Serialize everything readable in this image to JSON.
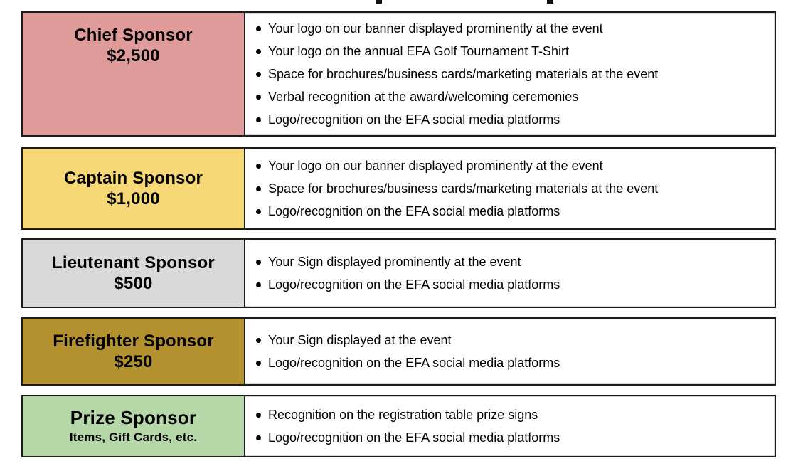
{
  "tiers": [
    {
      "name": "Chief Sponsor",
      "price": "$2,500",
      "color": "#DF9C9B",
      "benefits": [
        "Your logo on our banner displayed prominently at the event",
        "Your logo on the annual EFA Golf Tournament T-Shirt",
        "Space for brochures/business cards/marketing materials at the event",
        "Verbal recognition at the award/welcoming ceremonies",
        "Logo/recognition on the EFA social media platforms"
      ]
    },
    {
      "name": "Captain Sponsor",
      "price": "$1,000",
      "color": "#F7D877",
      "benefits": [
        "Your logo on our banner displayed prominently at the event",
        "Space for brochures/business cards/marketing materials at the event",
        "Logo/recognition on the EFA social media platforms"
      ]
    },
    {
      "name": "Lieutenant Sponsor",
      "price": "$500",
      "color": "#D9D9D9",
      "benefits": [
        "Your Sign displayed prominently at the event",
        "Logo/recognition on the EFA social media platforms"
      ]
    },
    {
      "name": "Firefighter Sponsor",
      "price": "$250",
      "color": "#B3912F",
      "benefits": [
        "Your Sign displayed at the event",
        "Logo/recognition on the EFA social media platforms"
      ]
    },
    {
      "name": "Prize Sponsor",
      "price": "Items, Gift Cards, etc.",
      "color": "#B6D7A8",
      "benefits": [
        "Recognition on the registration table prize signs",
        "Logo/recognition on the EFA social media platforms"
      ]
    }
  ]
}
